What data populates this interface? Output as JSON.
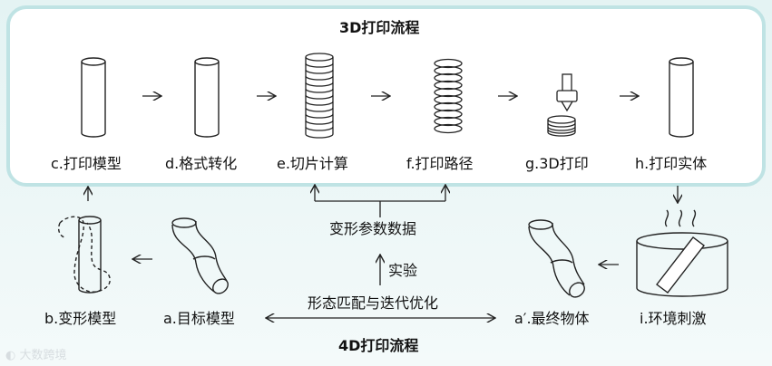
{
  "top_title": "3D打印流程",
  "bottom_title": "4D打印流程",
  "steps_3d": [
    {
      "label": "c.打印模型"
    },
    {
      "label": "d.格式转化"
    },
    {
      "label": "e.切片计算"
    },
    {
      "label": "f.打印路径"
    },
    {
      "label": "g.3D打印"
    },
    {
      "label": "h.打印实体"
    }
  ],
  "steps_4d": {
    "deformed_model": "b.变形模型",
    "target_model": "a.目标模型",
    "final_object": "a′.最终物体",
    "env_stimulus": "i.环境刺激"
  },
  "center": {
    "deform_params": "变形参数数据",
    "experiment": "实验",
    "matching": "形态匹配与迭代优化"
  },
  "watermark": "大数跨境",
  "colors": {
    "panel_fill": "#ffffff",
    "panel_border": "#bfe3e4",
    "lower_bg": "#e9f5f5",
    "stroke": "#222222"
  }
}
